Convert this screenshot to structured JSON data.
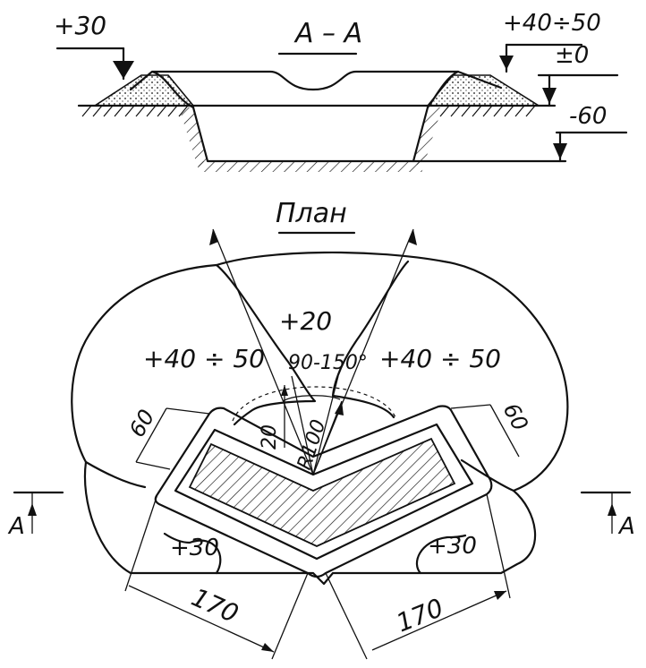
{
  "section": {
    "title": "А – А",
    "levels": {
      "left_top": "+30",
      "right_top": "+40÷50",
      "ground": "±0",
      "bottom": "-60"
    }
  },
  "plan": {
    "title": "План",
    "center_level": "+20",
    "left_level": "+40 ÷ 50",
    "right_level": "+40 ÷ 50",
    "angle": "90-150°",
    "radius": "R100",
    "inner_dim": "20",
    "left_width": "60",
    "right_width": "60",
    "left_bottom_level": "+30",
    "right_bottom_level": "+30",
    "left_length": "170",
    "right_length": "170",
    "cut_left": "А",
    "cut_right": "А"
  }
}
